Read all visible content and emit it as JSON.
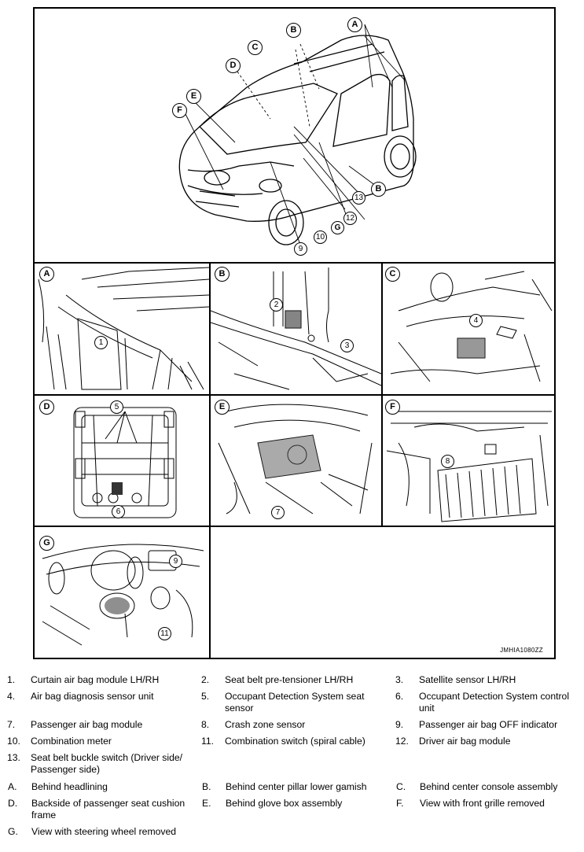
{
  "figure_code": "JMHIA1080ZZ",
  "overview": {
    "letter_callouts": [
      "A",
      "B",
      "C",
      "D",
      "E",
      "F",
      "B"
    ],
    "number_callouts": [
      "13",
      "12",
      "G",
      "10",
      "9"
    ]
  },
  "panels": [
    {
      "letter": "A",
      "callouts": [
        "1"
      ]
    },
    {
      "letter": "B",
      "callouts": [
        "2",
        "3"
      ]
    },
    {
      "letter": "C",
      "callouts": [
        "4"
      ]
    },
    {
      "letter": "D",
      "callouts": [
        "5",
        "6"
      ]
    },
    {
      "letter": "E",
      "callouts": [
        "7"
      ]
    },
    {
      "letter": "F",
      "callouts": [
        "8"
      ]
    },
    {
      "letter": "G",
      "callouts": [
        "9",
        "11"
      ]
    }
  ],
  "components": [
    {
      "num": "1.",
      "text": "Curtain air bag module LH/RH"
    },
    {
      "num": "2.",
      "text": "Seat belt pre-tensioner LH/RH"
    },
    {
      "num": "3.",
      "text": "Satellite sensor LH/RH"
    },
    {
      "num": "4.",
      "text": "Air bag diagnosis sensor unit"
    },
    {
      "num": "5.",
      "text": "Occupant Detection System seat sensor"
    },
    {
      "num": "6.",
      "text": "Occupant Detection System control unit"
    },
    {
      "num": "7.",
      "text": "Passenger air bag module"
    },
    {
      "num": "8.",
      "text": "Crash zone sensor"
    },
    {
      "num": "9.",
      "text": "Passenger air bag OFF indicator"
    },
    {
      "num": "10.",
      "text": "Combination meter"
    },
    {
      "num": "11.",
      "text": "Combination switch (spiral cable)"
    },
    {
      "num": "12.",
      "text": "Driver air bag module"
    },
    {
      "num": "13.",
      "text": "Seat belt buckle switch (Driver side/ Passenger side)"
    }
  ],
  "locations": [
    {
      "letter": "A.",
      "text": "Behind headlining"
    },
    {
      "letter": "B.",
      "text": "Behind center pillar lower gamish"
    },
    {
      "letter": "C.",
      "text": "Behind center console assembly"
    },
    {
      "letter": "D.",
      "text": "Backside of passenger seat cushion frame"
    },
    {
      "letter": "E.",
      "text": "Behind glove box assembly"
    },
    {
      "letter": "F.",
      "text": "View with front grille removed"
    },
    {
      "letter": "G.",
      "text": "View with steering wheel removed"
    }
  ]
}
